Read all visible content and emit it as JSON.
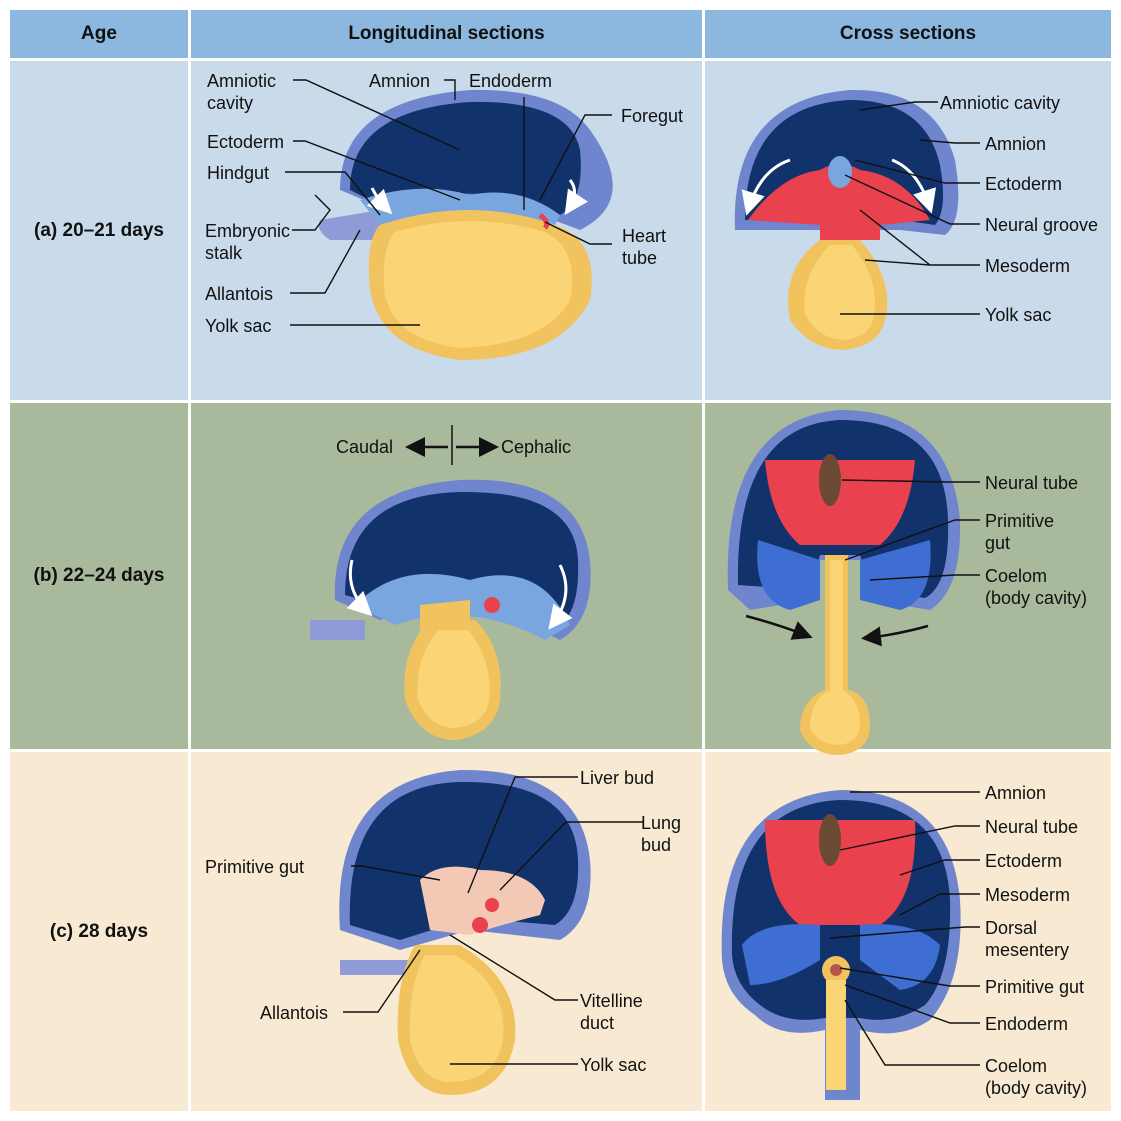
{
  "headers": {
    "age": "Age",
    "longitudinal": "Longitudinal sections",
    "cross": "Cross sections"
  },
  "rows": [
    {
      "age": "(a) 20–21 days"
    },
    {
      "age": "(b) 22–24 days"
    },
    {
      "age": "(c) 28 days"
    }
  ],
  "labels_a_long": {
    "amniotic_cavity_1": "Amniotic",
    "amniotic_cavity_2": "cavity",
    "amnion": "Amnion",
    "endoderm": "Endoderm",
    "foregut": "Foregut",
    "ectoderm": "Ectoderm",
    "hindgut": "Hindgut",
    "embryonic_stalk_1": "Embryonic",
    "embryonic_stalk_2": "stalk",
    "heart_tube_1": "Heart",
    "heart_tube_2": "tube",
    "allantois": "Allantois",
    "yolk_sac": "Yolk sac"
  },
  "labels_a_cross": {
    "amniotic_cavity": "Amniotic cavity",
    "amnion": "Amnion",
    "ectoderm": "Ectoderm",
    "neural_groove": "Neural groove",
    "mesoderm": "Mesoderm",
    "yolk_sac": "Yolk sac"
  },
  "labels_b_long": {
    "caudal": "Caudal",
    "cephalic": "Cephalic"
  },
  "labels_b_cross": {
    "neural_tube": "Neural tube",
    "primitive_gut_1": "Primitive",
    "primitive_gut_2": "gut",
    "coelom_1": "Coelom",
    "coelom_2": "(body cavity)"
  },
  "labels_c_long": {
    "liver_bud": "Liver bud",
    "lung_bud_1": "Lung",
    "lung_bud_2": "bud",
    "primitive_gut": "Primitive gut",
    "allantois": "Allantois",
    "vitelline_duct_1": "Vitelline",
    "vitelline_duct_2": "duct",
    "yolk_sac": "Yolk sac"
  },
  "labels_c_cross": {
    "amnion": "Amnion",
    "neural_tube": "Neural tube",
    "ectoderm": "Ectoderm",
    "mesoderm": "Mesoderm",
    "dorsal_mesentery_1": "Dorsal",
    "dorsal_mesentery_2": "mesentery",
    "primitive_gut": "Primitive gut",
    "endoderm": "Endoderm",
    "coelom_1": "Coelom",
    "coelom_2": "(body cavity)"
  },
  "colors": {
    "header": "#8cb7de",
    "row_a": "#c9dbeb",
    "row_b": "#a9b99c",
    "row_c": "#f8ead2",
    "amnion_blue": "#6f86cf",
    "cavity_dark": "#12326b",
    "ectoderm_light": "#79a6de",
    "mesoderm_red": "#e9414d",
    "yolk": "#fbd476"
  }
}
